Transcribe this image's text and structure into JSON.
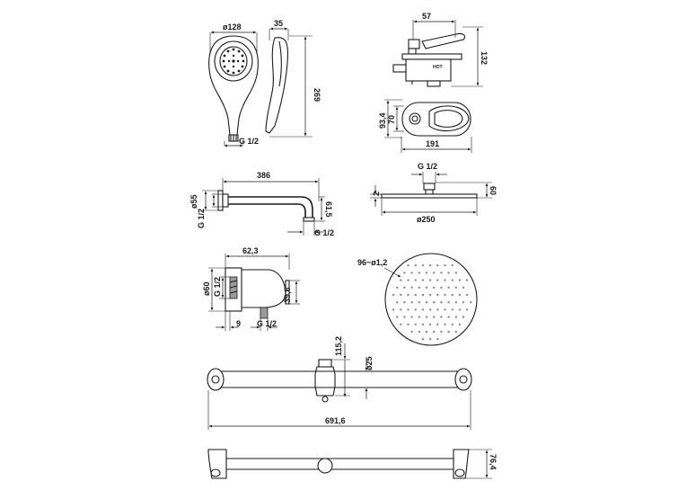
{
  "hand_shower": {
    "diameter": "ø128",
    "depth": "35",
    "height": "269",
    "thread": "G 1/2"
  },
  "mixer_side": {
    "width": "57",
    "height": "132",
    "hot_label": "HOT"
  },
  "mixer_plate": {
    "height_outer": "93,4",
    "height_inner": "70",
    "width": "191"
  },
  "shower_arm": {
    "length": "386",
    "flange_diameter": "ø55",
    "thread_left": "G 1/2",
    "drop": "61,5",
    "thread_right": "G 1/2"
  },
  "head_side": {
    "thread": "G 1/2",
    "thickness": "2",
    "height": "60",
    "diameter": "ø250"
  },
  "wall_outlet": {
    "depth": "62,3",
    "flange_diameter": "ø60",
    "thread_left": "G 1/2",
    "outlet_height": "39,6",
    "plate": "9",
    "thread_bottom": "G 1/2"
  },
  "head_top": {
    "holes": "96~ø1,2"
  },
  "rail": {
    "slider_height": "115,2",
    "tube_diameter": "ø25",
    "length": "691,6",
    "depth": "76,4"
  }
}
